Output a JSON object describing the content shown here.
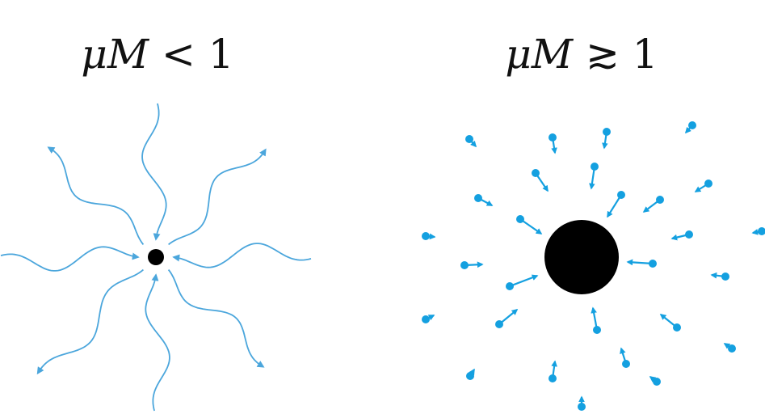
{
  "panels": {
    "left": {
      "title_mu": "μ",
      "title_M": "M",
      "title_rel": " < ",
      "title_val": "1"
    },
    "right": {
      "title_mu": "μ",
      "title_M": "M",
      "title_rel": " ≳ ",
      "title_val": "1"
    }
  },
  "colors": {
    "wave": "#4ba6dc",
    "particle": "#14a0e0",
    "black_hole": "#000000"
  }
}
